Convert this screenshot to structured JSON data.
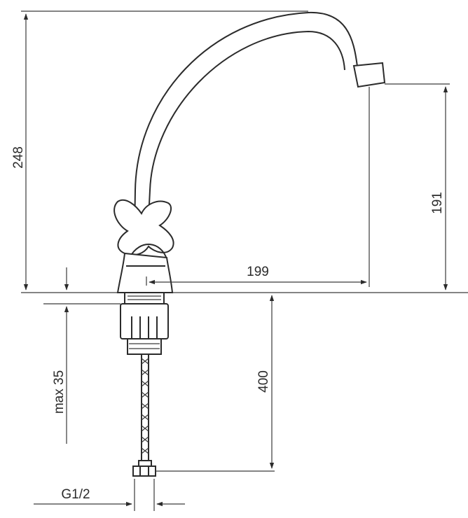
{
  "dimensions": {
    "total_height": "248",
    "spout_height": "191",
    "spout_reach": "199",
    "max_thickness": "max 35",
    "hose_length": "400",
    "thread": "G1/2"
  },
  "colors": {
    "line": "#2b2b2b",
    "background": "#ffffff"
  }
}
